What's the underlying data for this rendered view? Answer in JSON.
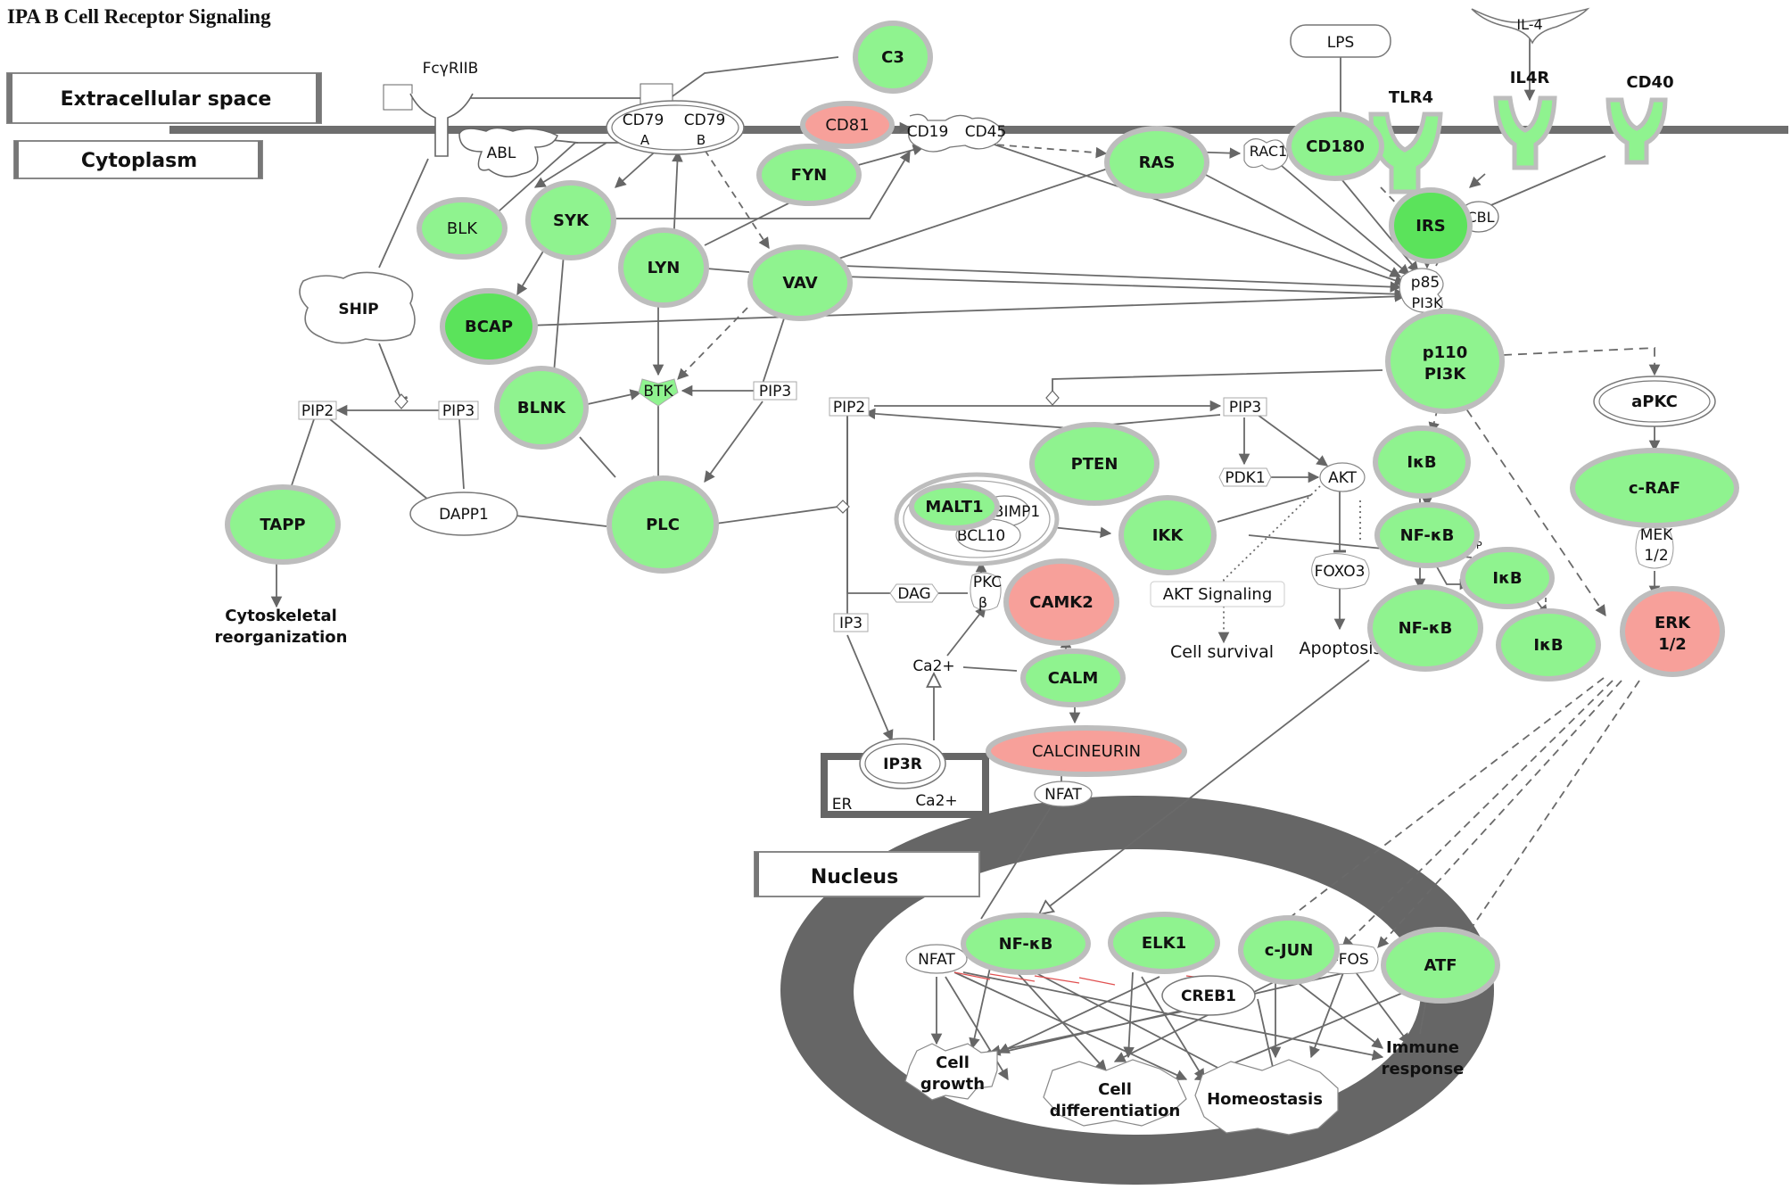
{
  "title": "IPA B Cell Receptor Signaling",
  "colors": {
    "up": "#8ff38f",
    "up_strong": "#5be35b",
    "down": "#f7a09a",
    "ring": "#bdbdbd",
    "membrane": "#6e6e6e",
    "edge": "#6a6a6a",
    "inhibit_mark": "#e05050"
  },
  "compartments": {
    "extracellular": "Extracellular space",
    "cytoplasm": "Cytoplasm",
    "nucleus": "Nucleus",
    "er": "ER"
  },
  "nodes": {
    "c3": {
      "label": "C3",
      "expr": "up"
    },
    "cd81": {
      "label": "CD81",
      "expr": "down"
    },
    "fyn": {
      "label": "FYN",
      "expr": "up"
    },
    "blk": {
      "label": "BLK",
      "expr": "up"
    },
    "syk": {
      "label": "SYK",
      "expr": "up"
    },
    "lyn": {
      "label": "LYN",
      "expr": "up"
    },
    "vav": {
      "label": "VAV",
      "expr": "up"
    },
    "bcap": {
      "label": "BCAP",
      "expr": "up_strong"
    },
    "blnk": {
      "label": "BLNK",
      "expr": "up"
    },
    "tapp": {
      "label": "TAPP",
      "expr": "up"
    },
    "plc": {
      "label": "PLC",
      "expr": "up"
    },
    "ras": {
      "label": "RAS",
      "expr": "up"
    },
    "cd180": {
      "label": "CD180",
      "expr": "up"
    },
    "irs": {
      "label": "IRS",
      "expr": "up_strong"
    },
    "p110": {
      "label_line1": "p110",
      "label_line2": "PI3K",
      "expr": "up"
    },
    "pten": {
      "label": "PTEN",
      "expr": "up"
    },
    "malt1": {
      "label": "MALT1",
      "expr": "up"
    },
    "ikk": {
      "label": "IKK",
      "expr": "up"
    },
    "camk2": {
      "label": "CAMK2",
      "expr": "down"
    },
    "calm": {
      "label": "CALM",
      "expr": "up"
    },
    "calcineurin": {
      "label": "CALCINEURIN",
      "expr": "down"
    },
    "ikb1": {
      "label": "IκB",
      "expr": "up"
    },
    "nfkb1": {
      "label": "NF-κB",
      "expr": "up"
    },
    "ikb2": {
      "label": "IκB",
      "expr": "up"
    },
    "nfkb2": {
      "label": "NF-κB",
      "expr": "up"
    },
    "ikb3": {
      "label": "IκB",
      "expr": "up"
    },
    "craf": {
      "label": "c-RAF",
      "expr": "up"
    },
    "erk": {
      "label_line1": "ERK",
      "label_line2": "1/2",
      "expr": "down"
    },
    "nfkb_nuc": {
      "label": "NF-κB",
      "expr": "up"
    },
    "elk1": {
      "label": "ELK1",
      "expr": "up"
    },
    "cjun": {
      "label": "c-JUN",
      "expr": "up"
    },
    "atf": {
      "label": "ATF",
      "expr": "up"
    }
  },
  "plain_nodes": {
    "fcgriib": "FcγRIIB",
    "abl": "ABL",
    "cd79a_1": "CD79",
    "cd79a_2": "A",
    "cd79b_1": "CD79",
    "cd79b_2": "B",
    "cd19": "CD19",
    "cd45": "CD45",
    "lps": "LPS",
    "il4": "IL-4",
    "tlr4": "TLR4",
    "il4r": "IL4R",
    "cd40": "CD40",
    "rac1": "RAC1",
    "cbl": "CBL",
    "p85_1": "p85",
    "p85_2": "PI3K",
    "ship": "SHIP",
    "pip2_left": "PIP2",
    "pip3_left": "PIP3",
    "btk": "BTK",
    "pip3_mid": "PIP3",
    "dapp1": "DAPP1",
    "pip2_right": "PIP2",
    "pip3_right": "PIP3",
    "pdk1": "PDK1",
    "akt": "AKT",
    "apkc": "aPKC",
    "mek_1": "MEK",
    "mek_2": "1/2",
    "bimp1": "BIMP1",
    "bcl10": "BCL10",
    "pkc_1": "PKC",
    "pkc_2": "β",
    "dag": "DAG",
    "ip3": "IP3",
    "ca_cyto": "Ca2+",
    "ip3r": "IP3R",
    "ca_er": "Ca2+",
    "nfat": "NFAT",
    "foxo3": "FOXO3",
    "akt_signaling": "AKT Signaling",
    "cell_survival": "Cell survival",
    "apoptosis": "Apoptosis",
    "nfat_nuc": "NFAT",
    "c_fos": "c-FOS",
    "creb1": "CREB1",
    "p_mark": "P"
  },
  "outcomes": {
    "cytoskeletal_1": "Cytoskeletal",
    "cytoskeletal_2": "reorganization",
    "growth_1": "Cell",
    "growth_2": "growth",
    "diff_1": "Cell",
    "diff_2": "differentiation",
    "homeostasis": "Homeostasis",
    "immune_1": "Immune",
    "immune_2": "response"
  }
}
